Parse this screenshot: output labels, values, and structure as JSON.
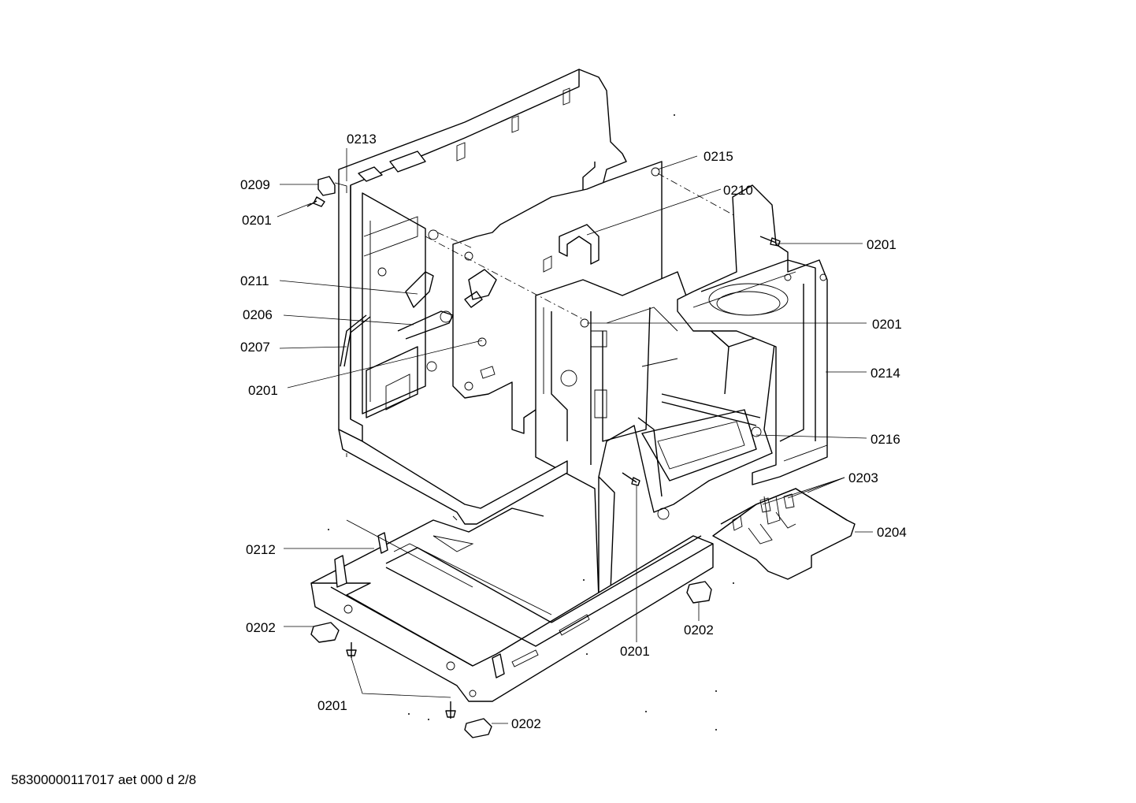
{
  "callouts": [
    {
      "id": "0213",
      "text": "0213"
    },
    {
      "id": "0209",
      "text": "0209"
    },
    {
      "id": "0201a",
      "text": "0201"
    },
    {
      "id": "0215",
      "text": "0215"
    },
    {
      "id": "0210",
      "text": "0210"
    },
    {
      "id": "0201b",
      "text": "0201"
    },
    {
      "id": "0211",
      "text": "0211"
    },
    {
      "id": "0206",
      "text": "0206"
    },
    {
      "id": "0201c",
      "text": "0201"
    },
    {
      "id": "0207",
      "text": "0207"
    },
    {
      "id": "0201d",
      "text": "0201"
    },
    {
      "id": "0214",
      "text": "0214"
    },
    {
      "id": "0216",
      "text": "0216"
    },
    {
      "id": "0203",
      "text": "0203"
    },
    {
      "id": "0204",
      "text": "0204"
    },
    {
      "id": "0212",
      "text": "0212"
    },
    {
      "id": "0202a",
      "text": "0202"
    },
    {
      "id": "0201e",
      "text": "0201"
    },
    {
      "id": "0202b",
      "text": "0202"
    },
    {
      "id": "0201f",
      "text": "0201"
    },
    {
      "id": "0202c",
      "text": "0202"
    }
  ],
  "footer": {
    "doc_id": "58300000117017 aet 000 d 2/8"
  }
}
